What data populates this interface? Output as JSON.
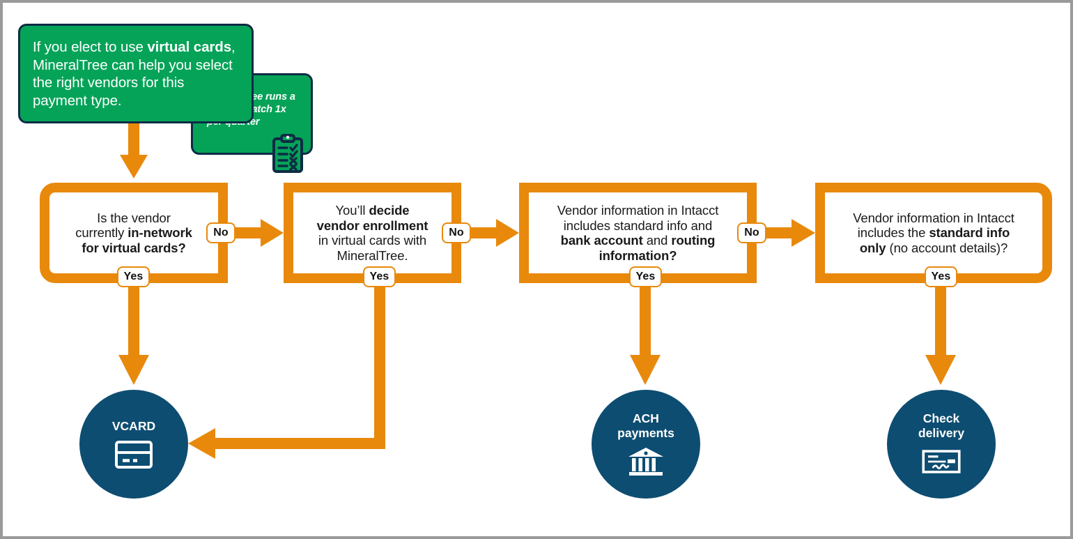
{
  "colors": {
    "orange": "#e8890c",
    "green": "#05a358",
    "navy": "#0d4d71",
    "dark_outline": "#0d2b45",
    "white": "#ffffff",
    "canvas_border": "#9a9a9a"
  },
  "callouts": [
    {
      "id": "virtual-cards-callout",
      "text_parts": [
        {
          "text": "If you elect to use ",
          "bold": false
        },
        {
          "text": "virtual cards",
          "bold": true
        },
        {
          "text": ", MineralTree can help you select the right vendors for this payment type.",
          "bold": false
        }
      ],
      "plain_text": "If you elect to use virtual cards, MineralTree can help you select the right vendors for this payment type."
    },
    {
      "id": "vendor-match-note",
      "text_parts": [
        {
          "text": "MineralTree runs a vendor match 1x per quarter",
          "bold": false
        }
      ],
      "plain_text": "MineralTree runs a vendor match 1x per quarter"
    }
  ],
  "icons": {
    "clipboard": "clipboard-checklist-icon",
    "vcard": "credit-card-icon",
    "ach": "bank-building-icon",
    "check": "paper-check-icon"
  },
  "decision_boxes": [
    {
      "id": "box-in-network",
      "lines": [
        [
          {
            "text": "Is the vendor",
            "bold": false
          }
        ],
        [
          {
            "text": "currently ",
            "bold": false
          },
          {
            "text": "in-network",
            "bold": true
          }
        ],
        [
          {
            "text": "for virtual cards?",
            "bold": true
          }
        ]
      ],
      "plain_text": "Is the vendor currently in-network for virtual cards?",
      "yes_label": "Yes",
      "no_label": "No"
    },
    {
      "id": "box-vendor-enrollment",
      "lines": [
        [
          {
            "text": "You’ll ",
            "bold": false
          },
          {
            "text": "decide",
            "bold": true
          }
        ],
        [
          {
            "text": "vendor enrollment",
            "bold": true
          }
        ],
        [
          {
            "text": "in virtual cards  with",
            "bold": false
          }
        ],
        [
          {
            "text": "MineralTree.",
            "bold": false
          }
        ]
      ],
      "plain_text": "You’ll decide vendor enrollment in virtual cards with MineralTree.",
      "yes_label": "Yes",
      "no_label": "No"
    },
    {
      "id": "box-bank-routing",
      "lines": [
        [
          {
            "text": "Vendor information in Intacct",
            "bold": false
          }
        ],
        [
          {
            "text": "includes standard info and",
            "bold": false
          }
        ],
        [
          {
            "text": "bank account",
            "bold": true
          },
          {
            "text": " and ",
            "bold": false
          },
          {
            "text": "routing",
            "bold": true
          }
        ],
        [
          {
            "text": "information?",
            "bold": true
          }
        ]
      ],
      "plain_text": "Vendor information in Intacct includes standard info and bank account and routing information?",
      "yes_label": "Yes",
      "no_label": "No"
    },
    {
      "id": "box-standard-info-only",
      "lines": [
        [
          {
            "text": "Vendor information in Intacct",
            "bold": false
          }
        ],
        [
          {
            "text": "includes the ",
            "bold": false
          },
          {
            "text": "standard info",
            "bold": true
          }
        ],
        [
          {
            "text": "only",
            "bold": true
          },
          {
            "text": " (no account details)?",
            "bold": false
          }
        ]
      ],
      "plain_text": "Vendor information in Intacct includes the standard info only (no account details)?",
      "yes_label": "Yes",
      "no_label": null
    }
  ],
  "outcomes": [
    {
      "id": "outcome-vcard",
      "label": "VCARD",
      "icon": "credit-card-icon"
    },
    {
      "id": "outcome-ach",
      "label": "ACH\npayments",
      "icon": "bank-building-icon"
    },
    {
      "id": "outcome-check",
      "label": "Check\ndelivery",
      "icon": "paper-check-icon"
    }
  ]
}
